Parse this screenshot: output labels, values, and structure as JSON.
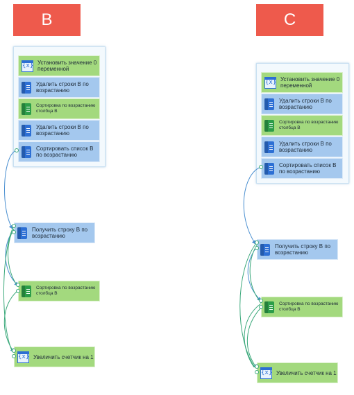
{
  "columns": [
    {
      "header": "B",
      "group_items": [
        {
          "label": "Установить значение 0 переменной",
          "icon": "variable-icon",
          "color": "green"
        },
        {
          "label": "Удалить строки В по возрастанию",
          "icon": "table-icon",
          "color": "blue"
        },
        {
          "label": "Сортировка по возрастанию столбца  В",
          "icon": "table-icon",
          "color": "green",
          "small": true
        },
        {
          "label": "Удалить строки В по возрастанию",
          "icon": "table-icon",
          "color": "blue"
        },
        {
          "label": "Сортировать список В по возрастанию",
          "icon": "table-icon",
          "color": "blue"
        }
      ],
      "steps": [
        {
          "label": "Получить строку В по возрастанию",
          "icon": "table-icon",
          "color": "blue"
        },
        {
          "label": "Сортировка по возрастанию столбца  В",
          "icon": "table-icon",
          "color": "green",
          "small": true
        },
        {
          "label": "Увеличить счетчик на 1",
          "icon": "variable-icon",
          "color": "green"
        }
      ]
    },
    {
      "header": "C",
      "group_items": [
        {
          "label": "Установить значение 0 переменной",
          "icon": "variable-icon",
          "color": "green"
        },
        {
          "label": "Удалить строки В по возрастанию",
          "icon": "table-icon",
          "color": "blue"
        },
        {
          "label": "Сортировка по возрастанию столбца  В",
          "icon": "table-icon",
          "color": "green",
          "small": true
        },
        {
          "label": "Удалить строки В по возрастанию",
          "icon": "table-icon",
          "color": "blue"
        },
        {
          "label": "Сортировать список В по возрастанию",
          "icon": "table-icon",
          "color": "blue"
        }
      ],
      "steps": [
        {
          "label": "Получить строку В по возрастанию",
          "icon": "table-icon",
          "color": "blue"
        },
        {
          "label": "Сортировка по возрастанию столбца  В",
          "icon": "table-icon",
          "color": "green",
          "small": true
        },
        {
          "label": "Увеличить счетчик на 1",
          "icon": "variable-icon",
          "color": "green"
        }
      ]
    }
  ],
  "colors": {
    "header": "#ee5a4c",
    "green": "#a3d97e",
    "blue": "#a4c8ee",
    "wire_green": "#3aa87a",
    "wire_blue": "#4a8fd0"
  }
}
